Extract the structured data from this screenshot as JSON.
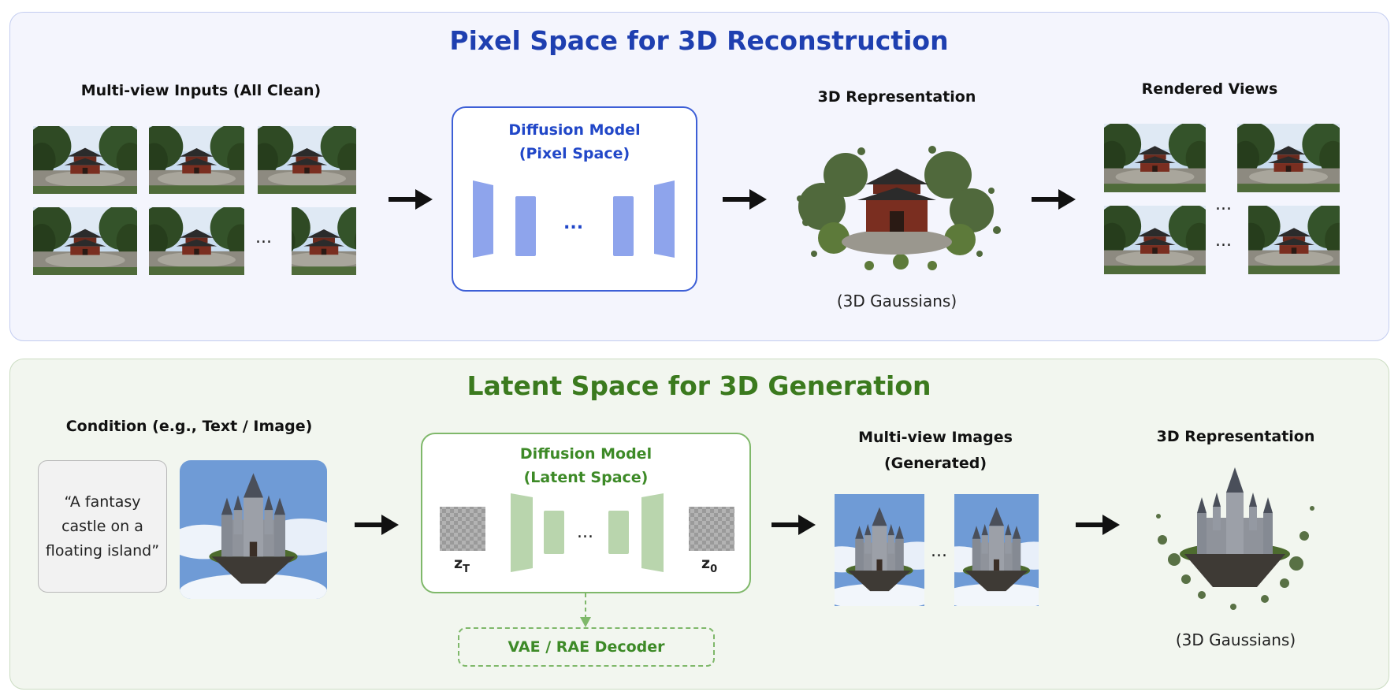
{
  "top": {
    "title": "Pixel Space for 3D Reconstruction",
    "inputs_label": "Multi-view Inputs (All Clean)",
    "model_title_line1": "Diffusion Model",
    "model_title_line2": "(Pixel Space)",
    "model_dots": "...",
    "rep_label": "3D Representation",
    "rep_caption": "(3D Gaussians)",
    "rendered_label": "Rendered Views",
    "ellipsis": "..."
  },
  "bottom": {
    "title": "Latent Space for 3D Generation",
    "condition_label": "Condition (e.g., Text / Image)",
    "condition_text": "“A fantasy castle on a floating island”",
    "model_title_line1": "Diffusion Model",
    "model_title_line2": "(Latent Space)",
    "model_dots": "...",
    "z_start": "z",
    "z_start_sub": "T",
    "z_end": "z",
    "z_end_sub": "0",
    "decoder_label": "VAE / RAE Decoder",
    "mv_label_line1": "Multi-view Images",
    "mv_label_line2": "(Generated)",
    "rep_label": "3D Representation",
    "rep_caption": "(3D Gaussians)",
    "ellipsis": "..."
  },
  "colors": {
    "blue_accent": "#1e3fb0",
    "green_accent": "#3b7a1e",
    "blue_block": "#8ea4ec",
    "green_block": "#b9d5ad"
  }
}
